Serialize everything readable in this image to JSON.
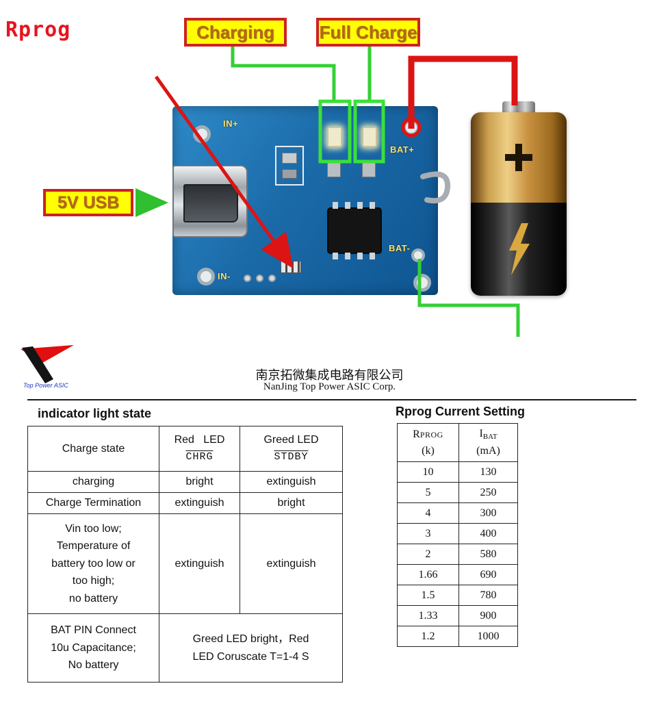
{
  "diagram": {
    "rprog_label": "Rprog",
    "charging_label": "Charging",
    "full_charge_label": "Full Charge",
    "usb_label": "5V USB",
    "board_labels": {
      "in_plus": "IN+",
      "bat_plus": "BAT+",
      "bat_minus": "BAT-",
      "in_minus": "IN-"
    },
    "colors": {
      "wire_green": "#35cf35",
      "wire_red": "#dc1414",
      "label_bg": "#ffff00",
      "label_border": "#cc2222",
      "pcb_blue": "#1b6aa8"
    }
  },
  "company": {
    "name_cn": "南京拓微集成电路有限公司",
    "name_en": "NanJing Top Power ASIC Corp.",
    "logo_text": "Top Power ASIC"
  },
  "indicator_table": {
    "title": "indicator light state",
    "header": {
      "col1": "Charge state",
      "col2_line1": "Red   LED",
      "col2_line2": "CHRG",
      "col3_line1": "Greed LED",
      "col3_line2": "STDBY"
    },
    "rows": [
      {
        "state": "charging",
        "red": "bright",
        "green": "extinguish"
      },
      {
        "state": "Charge Termination",
        "red": "extinguish",
        "green": "bright"
      },
      {
        "state": "Vin too low;\nTemperature of\nbattery too low or\ntoo high;\nno battery",
        "red": "extinguish",
        "green": "extinguish"
      },
      {
        "state": "BAT PIN Connect\n10u Capacitance;\nNo battery",
        "merged": "Greed LED bright，Red\nLED Coruscate T=1-4 S"
      }
    ]
  },
  "rprog_table": {
    "title": "Rprog Current Setting",
    "header": {
      "col1_letter": "R",
      "col1_sub": "PROG",
      "col1_unit": "(k)",
      "col2_letter": "I",
      "col2_sub": "BAT",
      "col2_unit": "(mA)"
    },
    "rows": [
      {
        "rprog": "10",
        "ibat": "130"
      },
      {
        "rprog": "5",
        "ibat": "250"
      },
      {
        "rprog": "4",
        "ibat": "300"
      },
      {
        "rprog": "3",
        "ibat": "400"
      },
      {
        "rprog": "2",
        "ibat": "580"
      },
      {
        "rprog": "1.66",
        "ibat": "690"
      },
      {
        "rprog": "1.5",
        "ibat": "780"
      },
      {
        "rprog": "1.33",
        "ibat": "900"
      },
      {
        "rprog": "1.2",
        "ibat": "1000"
      }
    ]
  }
}
